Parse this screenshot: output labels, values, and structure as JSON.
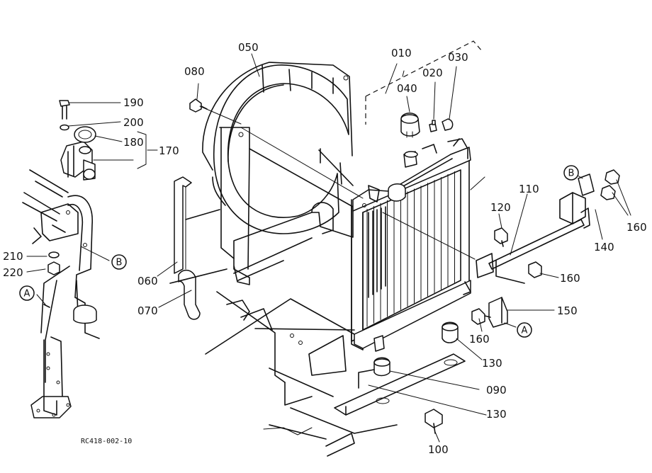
{
  "diagram": {
    "reference_code": "RC418-002-10",
    "callouts": [
      "010",
      "020",
      "030",
      "040",
      "050",
      "060",
      "070",
      "080",
      "090",
      "100",
      "110",
      "120",
      "130",
      "130",
      "140",
      "150",
      "160",
      "160",
      "160",
      "170",
      "180",
      "190",
      "200",
      "210",
      "220"
    ],
    "markers": [
      "A",
      "A",
      "B",
      "B"
    ]
  }
}
